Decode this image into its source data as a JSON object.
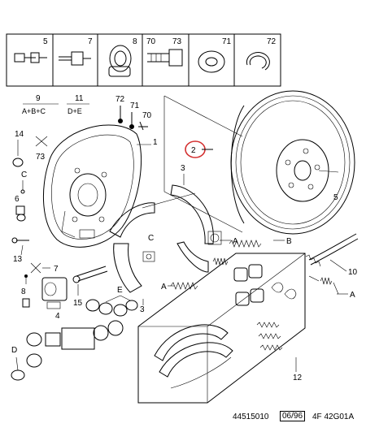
{
  "header_parts": [
    {
      "number": "5"
    },
    {
      "number": "7"
    },
    {
      "number": "8"
    },
    {
      "number": "70"
    },
    {
      "number": "73"
    },
    {
      "number": "71"
    },
    {
      "number": "72"
    }
  ],
  "callouts": {
    "n1": "1",
    "n2": "2",
    "n3a": "3",
    "n3b": "3",
    "n4": "4",
    "n5": "5",
    "n6": "6",
    "n7": "7",
    "n8": "8",
    "n10": "10",
    "n12": "12",
    "n13": "13",
    "n14": "14",
    "n15": "15",
    "n70": "70",
    "n71": "71",
    "n72": "72",
    "n73": "73",
    "n9": "9",
    "n9_sub": "A+B+C",
    "n11": "11",
    "n11_sub": "D+E",
    "lA1": "A",
    "lA2": "A",
    "lA3": "A",
    "lB": "B",
    "lC1": "C",
    "lC2": "C",
    "lD": "D",
    "lE": "E"
  },
  "footer": {
    "ref": "44515010",
    "date": "06/96",
    "code": "4F  42G01A"
  },
  "colors": {
    "highlight_circle": "#d32f2f"
  }
}
